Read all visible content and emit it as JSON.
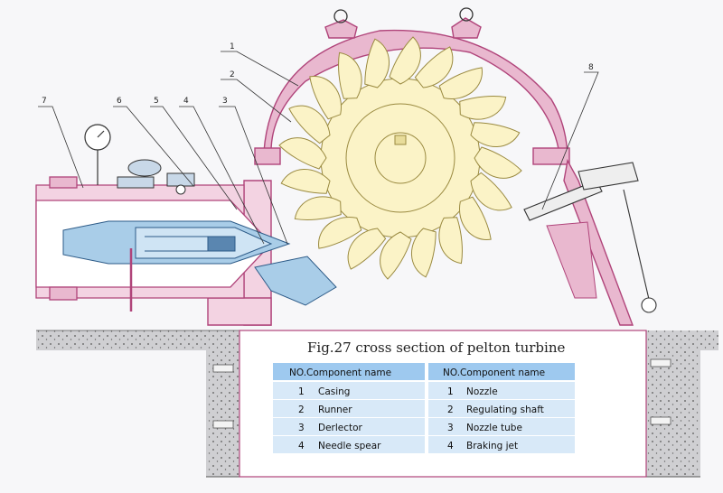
{
  "figure_title": "Fig.27 cross section of pelton turbine",
  "callouts": [
    "1",
    "2",
    "3",
    "4",
    "5",
    "6",
    "7",
    "8"
  ],
  "table": {
    "headers": [
      "NO.Component name",
      "NO.Component name"
    ],
    "rows": [
      {
        "left_no": "1",
        "left_name": "Casing",
        "right_no": "1",
        "right_name": "Nozzle"
      },
      {
        "left_no": "2",
        "left_name": "Runner",
        "right_no": "2",
        "right_name": "Regulating shaft"
      },
      {
        "left_no": "3",
        "left_name": "Derlector",
        "right_no": "3",
        "right_name": "Nozzle tube"
      },
      {
        "left_no": "4",
        "left_name": "Needle spear",
        "right_no": "4",
        "right_name": "Braking jet"
      }
    ]
  },
  "colors": {
    "casing": "#e9b8cf",
    "casing_stroke": "#b0447a",
    "runner": "#fbf3c7",
    "runner_stroke": "#9a8a40",
    "nozzle_blue": "#a9cde8",
    "table_header": "#9ec9ef",
    "table_row": "#d8e9f8",
    "ground": "#cfcfd2",
    "line": "#333333"
  }
}
